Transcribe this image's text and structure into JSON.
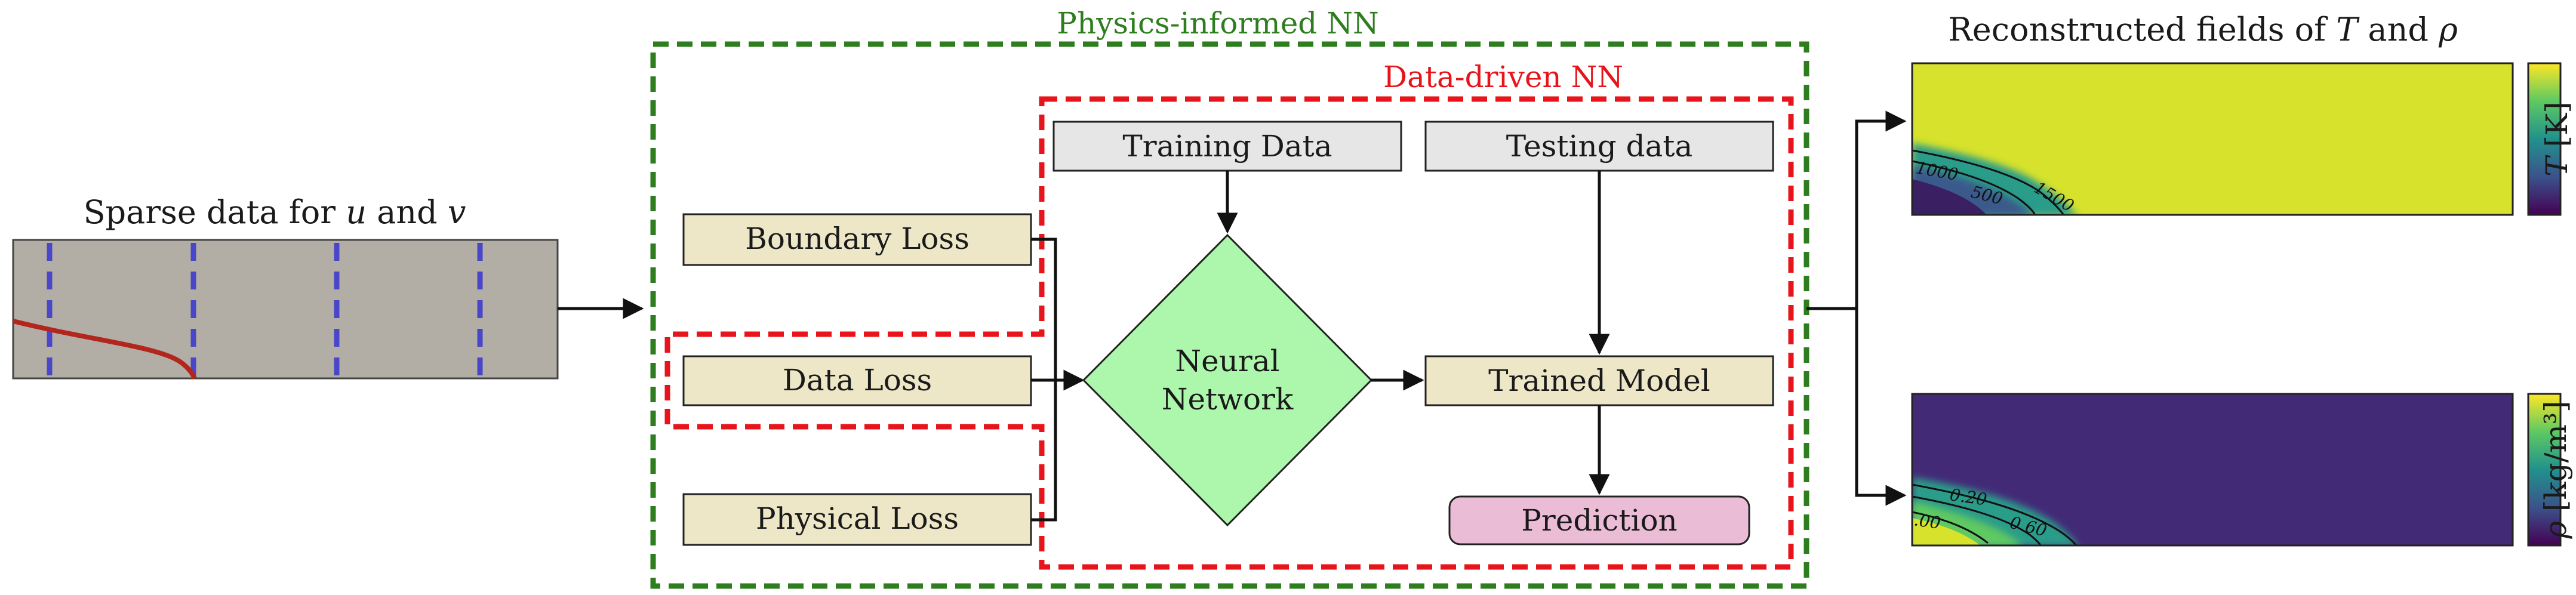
{
  "input_panel": {
    "title_prefix": "Sparse data for ",
    "title_var1": "u",
    "title_mid": " and ",
    "title_var2": "v"
  },
  "pinn_frame": {
    "label": "Physics-informed NN",
    "color": "#2e7d1f"
  },
  "ddnn_frame": {
    "label": "Data-driven NN",
    "color": "#e8141b"
  },
  "losses": {
    "boundary": "Boundary Loss",
    "data": "Data Loss",
    "physical": "Physical Loss"
  },
  "data_boxes": {
    "training": "Training Data",
    "testing": "Testing data"
  },
  "network": {
    "line1": "Neural",
    "line2": "Network"
  },
  "trained_model": "Trained Model",
  "prediction": "Prediction",
  "output": {
    "title_prefix": "Reconstructed fields of ",
    "title_var1": "T",
    "title_mid": " and ",
    "title_var2": "ρ",
    "t_field": {
      "colorbar_var": "T",
      "colorbar_unit": " [K]",
      "contours": [
        "1000",
        "500",
        "1500"
      ]
    },
    "rho_field": {
      "colorbar_var": "ρ",
      "colorbar_unit": " [kg/m³]",
      "contours": [
        "0.20",
        "0.60",
        ".00"
      ]
    }
  },
  "colors": {
    "loss_fill": "#ede7c8",
    "data_fill": "#e6e6e6",
    "nn_fill": "#adf7ad",
    "pred_fill": "#ebbcd6",
    "viridis_yellow": "#d6e22b",
    "viridis_purple": "#432a77"
  }
}
